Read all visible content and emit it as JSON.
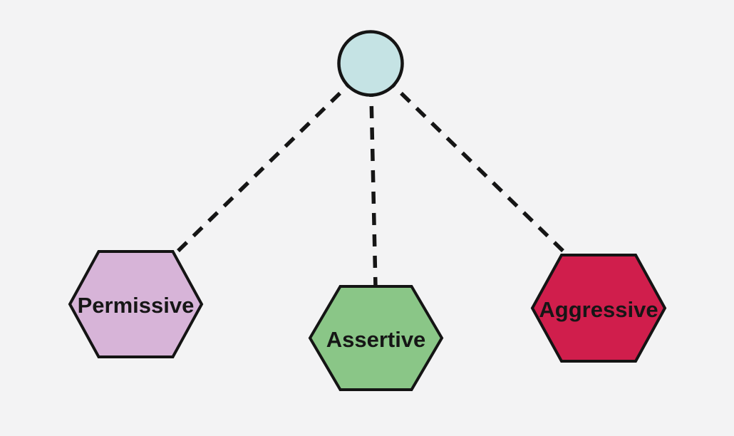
{
  "diagram": {
    "background_color": "#f3f3f4",
    "text_color": "#161616",
    "root": {
      "shape": "circle",
      "label": "",
      "fill": "#c5e3e4",
      "stroke": "#141414"
    },
    "connectors": {
      "style": "dashed",
      "color": "#151515"
    },
    "nodes": [
      {
        "id": "permissive",
        "shape": "hexagon",
        "label": "Permissive",
        "fill": "#d7b4d8"
      },
      {
        "id": "assertive",
        "shape": "hexagon",
        "label": "Assertive",
        "fill": "#8ac687"
      },
      {
        "id": "aggressive",
        "shape": "hexagon",
        "label": "Aggressive",
        "fill": "#d01e4c"
      }
    ]
  }
}
